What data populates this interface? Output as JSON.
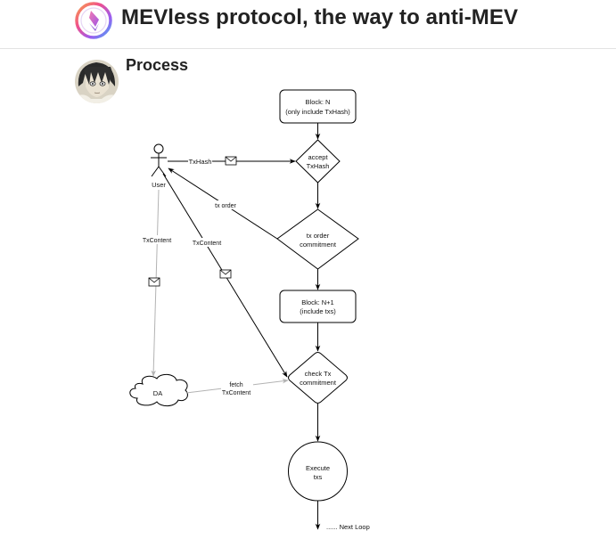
{
  "header": {
    "logo_icon": "ethereum-rainbow-logo-icon",
    "title": "MEVless protocol, the way to anti-MEV"
  },
  "post": {
    "avatar": "user-avatar-anime-portrait",
    "title": "Process"
  },
  "diagram": {
    "actor": {
      "label": "User",
      "icon": "stick-figure-icon"
    },
    "nodes": {
      "block_n": {
        "line1": "Block: N",
        "line2": "(only include TxHash)"
      },
      "accept": {
        "line1": "accept",
        "line2": "TxHash"
      },
      "tx_order_commit": {
        "line1": "tx order",
        "line2": "commitment"
      },
      "block_n1": {
        "line1": "Block: N+1",
        "line2": "(include txs)"
      },
      "check_tx": {
        "line1": "check Tx",
        "line2": "commitment"
      },
      "execute": {
        "line1": "Execute",
        "line2": "txs"
      },
      "da": {
        "label": "DA"
      }
    },
    "edges": {
      "txhash": "TxHash",
      "tx_order": "tx order",
      "txcontent_da": "TxContent",
      "txcontent_check": "TxContent",
      "fetch_line1": "fetch",
      "fetch_line2": "TxContent",
      "next_loop": "...... Next Loop"
    },
    "colors": {
      "line": "#000000",
      "gray_line": "#b3b3b3"
    }
  }
}
